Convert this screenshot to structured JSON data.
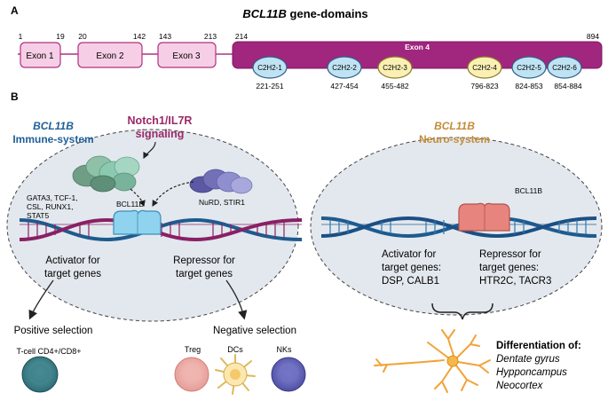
{
  "panel_a": {
    "label": "A",
    "title_gene": "BCL11B",
    "title_rest": " gene-domains",
    "exons": [
      {
        "label": "Exon 1",
        "start": "1",
        "end": "19"
      },
      {
        "label": "Exon 2",
        "start": "20",
        "end": "142"
      },
      {
        "label": "Exon 3",
        "start": "143",
        "end": "213"
      },
      {
        "label": "Exon 4",
        "start": "214",
        "end": "894"
      }
    ],
    "zinc_fingers": [
      {
        "label": "C2H2-1",
        "range": "221-251"
      },
      {
        "label": "C2H2-2",
        "range": "427-454"
      },
      {
        "label": "C2H2-3",
        "range": "455-482"
      },
      {
        "label": "C2H2-4",
        "range": "796-823"
      },
      {
        "label": "C2H2-5",
        "range": "824-853"
      },
      {
        "label": "C2H2-6",
        "range": "854-884"
      }
    ]
  },
  "panel_b": {
    "label": "B",
    "signaling": {
      "line1": "Notch1/IL7R",
      "line2": "signaling"
    },
    "immune": {
      "gene": "BCL11B",
      "system": "Immune-system",
      "cofactors_left": [
        "GATA3, TCF-1,",
        "CSL, RUNX1,",
        "STAT5"
      ],
      "protein": "BCL11B",
      "cofactors_right": "NuRD, STIR1",
      "activator": [
        "Activator for",
        "target genes"
      ],
      "repressor": [
        "Repressor for",
        "target genes"
      ],
      "positive": "Positive selection",
      "tcell": "T-cell CD4+/CD8+",
      "negative": "Negative selection",
      "cells": [
        "Treg",
        "DCs",
        "NKs"
      ]
    },
    "neuro": {
      "gene": "BCL11B",
      "system": "Neuro-system",
      "protein": "BCL11B",
      "activator": [
        "Activator for",
        "target genes:",
        "DSP, CALB1"
      ],
      "repressor": [
        "Repressor for",
        "target genes:",
        "HTR2C, TACR3"
      ],
      "differentiation": "Differentiation of:",
      "regions": [
        "Dentate gyrus",
        "Hypponcampus",
        "Neocortex"
      ]
    }
  },
  "colors": {
    "exon_fill": "#f6cfe6",
    "exon_stroke": "#b0327e",
    "exon4_fill": "#a1267e",
    "zf_blue": "#bfe3f3",
    "zf_yellow": "#fbf0b3",
    "immune_title": "#1f5f97",
    "neuro_title": "#c28c3a",
    "signaling": "#9b2868",
    "dna_blue": "#1d5b8f",
    "dna_purple": "#8a2064"
  }
}
